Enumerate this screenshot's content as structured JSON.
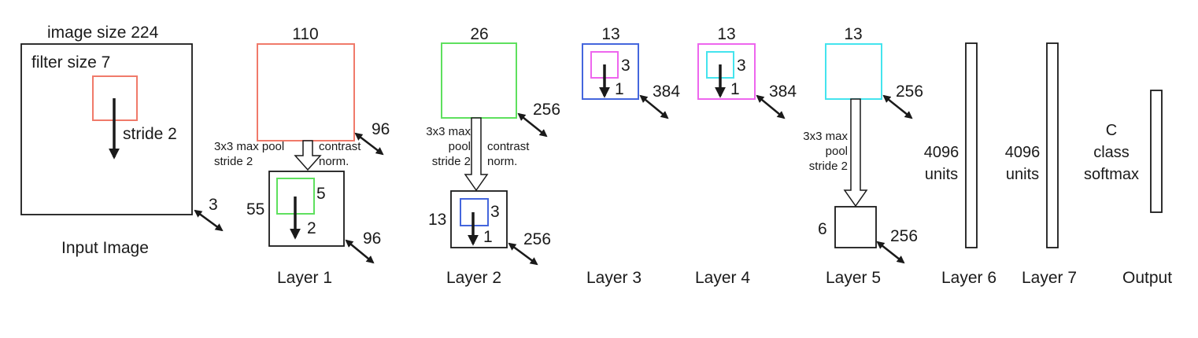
{
  "colors": {
    "line": "#1a1a1a",
    "red": "#f07a6a",
    "green": "#5ee05e",
    "blue": "#4466dd",
    "magenta": "#ee66ee",
    "cyan": "#44e4ee",
    "box": "#333333"
  },
  "input": {
    "image_size": "image size 224",
    "filter_size": "filter size 7",
    "stride": "stride 2",
    "depth": "3",
    "caption": "Input Image"
  },
  "layer1": {
    "size": "110",
    "depth": "96",
    "pool_text": "3x3 max pool",
    "pool_stride": "stride 2",
    "contrast": "contrast",
    "norm": "norm.",
    "pooled_size": "55",
    "filter": "5",
    "stride": "2",
    "pooled_depth": "96",
    "caption": "Layer 1"
  },
  "layer2": {
    "size": "26",
    "depth": "256",
    "pool_line1": "3x3 max",
    "pool_line2": "pool",
    "pool_line3": "stride 2",
    "contrast": "contrast",
    "norm": "norm.",
    "pooled_size": "13",
    "filter": "3",
    "stride": "1",
    "pooled_depth": "256",
    "caption": "Layer 2"
  },
  "layer3": {
    "size": "13",
    "filter": "3",
    "stride": "1",
    "depth": "384",
    "caption": "Layer 3"
  },
  "layer4": {
    "size": "13",
    "filter": "3",
    "stride": "1",
    "depth": "384",
    "caption": "Layer 4"
  },
  "layer5": {
    "size": "13",
    "depth": "256",
    "pool_line1": "3x3 max",
    "pool_line2": "pool",
    "pool_line3": "stride 2",
    "pooled_size": "6",
    "pooled_depth": "256",
    "caption": "Layer 5"
  },
  "layer6": {
    "units_num": "4096",
    "units_word": "units",
    "caption": "Layer 6"
  },
  "layer7": {
    "units_num": "4096",
    "units_word": "units",
    "caption": "Layer 7"
  },
  "output": {
    "line1": "C",
    "line2": "class",
    "line3": "softmax",
    "caption": "Output"
  }
}
